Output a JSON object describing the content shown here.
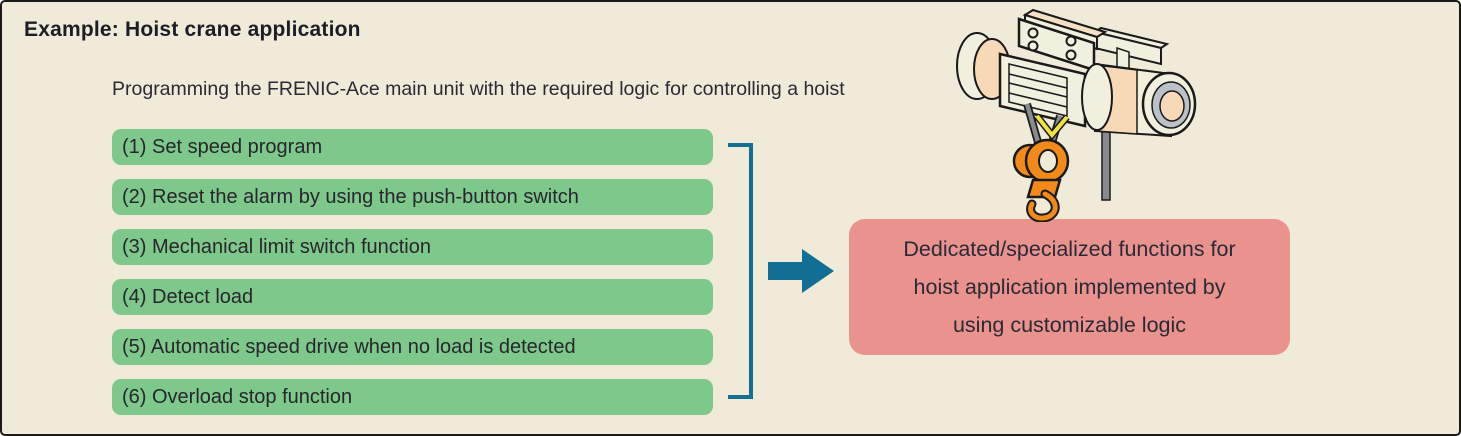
{
  "header": {
    "title": "Example: Hoist crane application"
  },
  "intro": {
    "text": "Programming the FRENIC-Ace main unit with the required logic for controlling a hoist"
  },
  "steps": [
    "(1) Set speed program",
    "(2) Reset the alarm by using the push-button switch",
    "(3) Mechanical limit switch function",
    "(4) Detect load",
    "(5) Automatic speed drive when no load is detected",
    "(6) Overload stop function"
  ],
  "result_box": {
    "full_text": "Dedicated/specialized functions for hoist application implemented by using customizable logic",
    "lines": [
      "Dedicated/specialized functions for",
      "hoist application implemented by",
      "using customizable logic"
    ]
  },
  "illustration": {
    "name": "hoist-crane-illustration"
  },
  "colors": {
    "background": "#f0ead9",
    "step_green": "#7dc88a",
    "result_pink": "#e9928e",
    "accent_blue": "#116e95",
    "crane_cream": "#f1efdd",
    "crane_peach": "#f7d9b8",
    "crane_orange": "#f28a1a",
    "crane_yellow": "#f2e43c",
    "text_dark": "#26262e"
  }
}
